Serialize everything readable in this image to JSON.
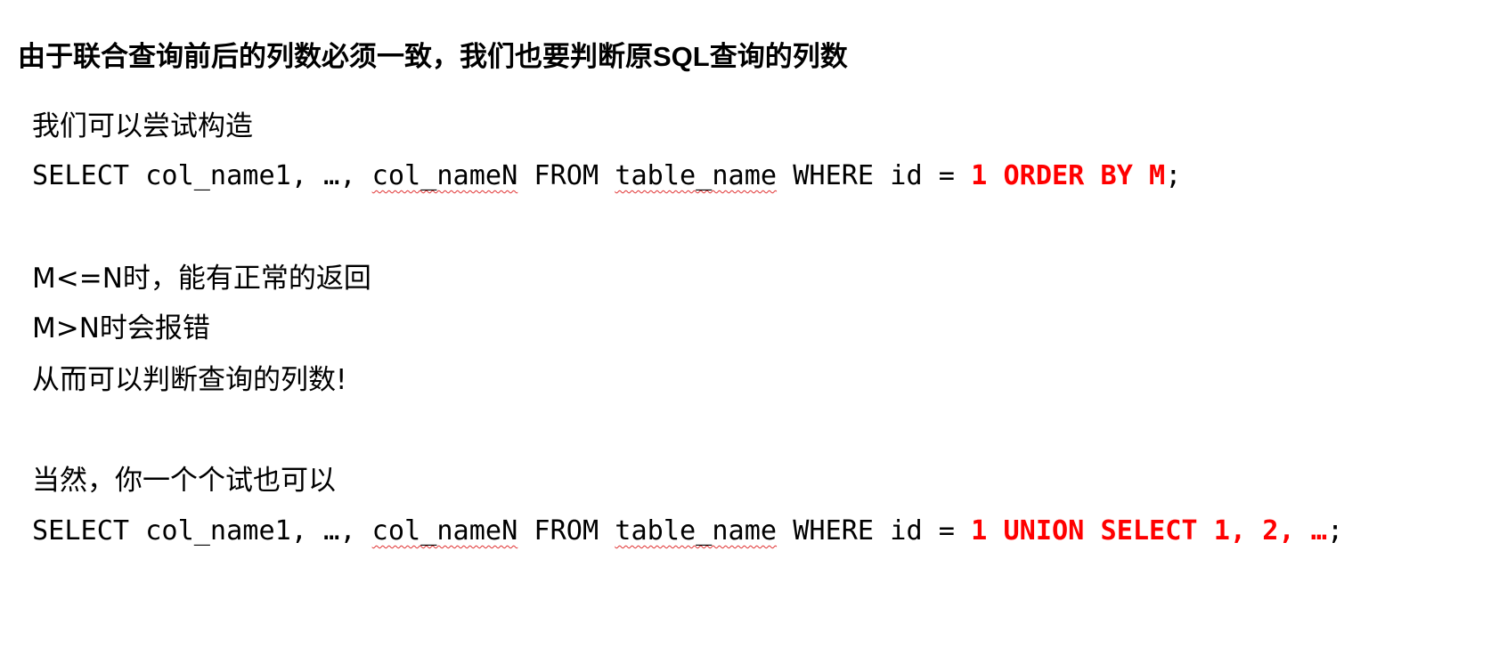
{
  "heading": "由于联合查询前后的列数必须一致，我们也要判断原SQL查询的列数",
  "intro": "我们可以尝试构造",
  "query1": {
    "p1": "SELECT col_name1, …, ",
    "p2": "col_nameN",
    "p3": " FROM ",
    "p4": "table_name",
    "p5": " WHERE id = ",
    "highlight": "1 ORDER BY M",
    "end": ";"
  },
  "rule1": "M<=N时，能有正常的返回",
  "rule2": "M>N时会报错",
  "conclusion": "从而可以判断查询的列数!",
  "alt": "当然，你一个个试也可以",
  "query2": {
    "p1": "SELECT col_name1, …, ",
    "p2": "col_nameN",
    "p3": " FROM ",
    "p4": "table_name",
    "p5": " WHERE id = ",
    "highlight": "1 UNION SELECT 1, 2, …",
    "end": ";"
  },
  "colors": {
    "highlight": "#ff0000",
    "spellcheck": "#e03030"
  }
}
